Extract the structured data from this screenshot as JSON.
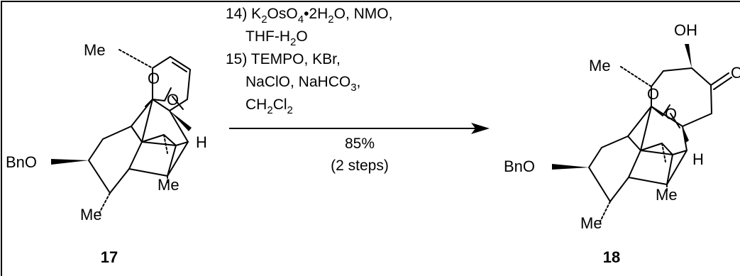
{
  "reactant": {
    "number": "17",
    "labels": {
      "me_top": "Me",
      "bno": "BnO",
      "h": "H",
      "me_mid": "Me",
      "me_bottom": "Me",
      "o1": "O",
      "o2": "O"
    }
  },
  "product": {
    "number": "18",
    "labels": {
      "oh": "OH",
      "me_top": "Me",
      "o_ketone": "O",
      "o1": "O",
      "o2": "O",
      "bno": "BnO",
      "h": "H",
      "me_mid": "Me",
      "me_bottom": "Me"
    }
  },
  "conditions": {
    "step14_a": "14) K",
    "step14_b": "OsO",
    "step14_c": "•2H",
    "step14_d": "O, NMO,",
    "step14_e": "THF-H",
    "step14_f": "O",
    "step15_a": "15) TEMPO, KBr,",
    "step15_b": "NaClO, NaHCO",
    "step15_c": ",",
    "step15_d": "CH",
    "step15_e": "Cl",
    "sub2": "2",
    "sub4": "4",
    "sub3": "3",
    "yield": "85%",
    "steps": "(2 steps)"
  }
}
